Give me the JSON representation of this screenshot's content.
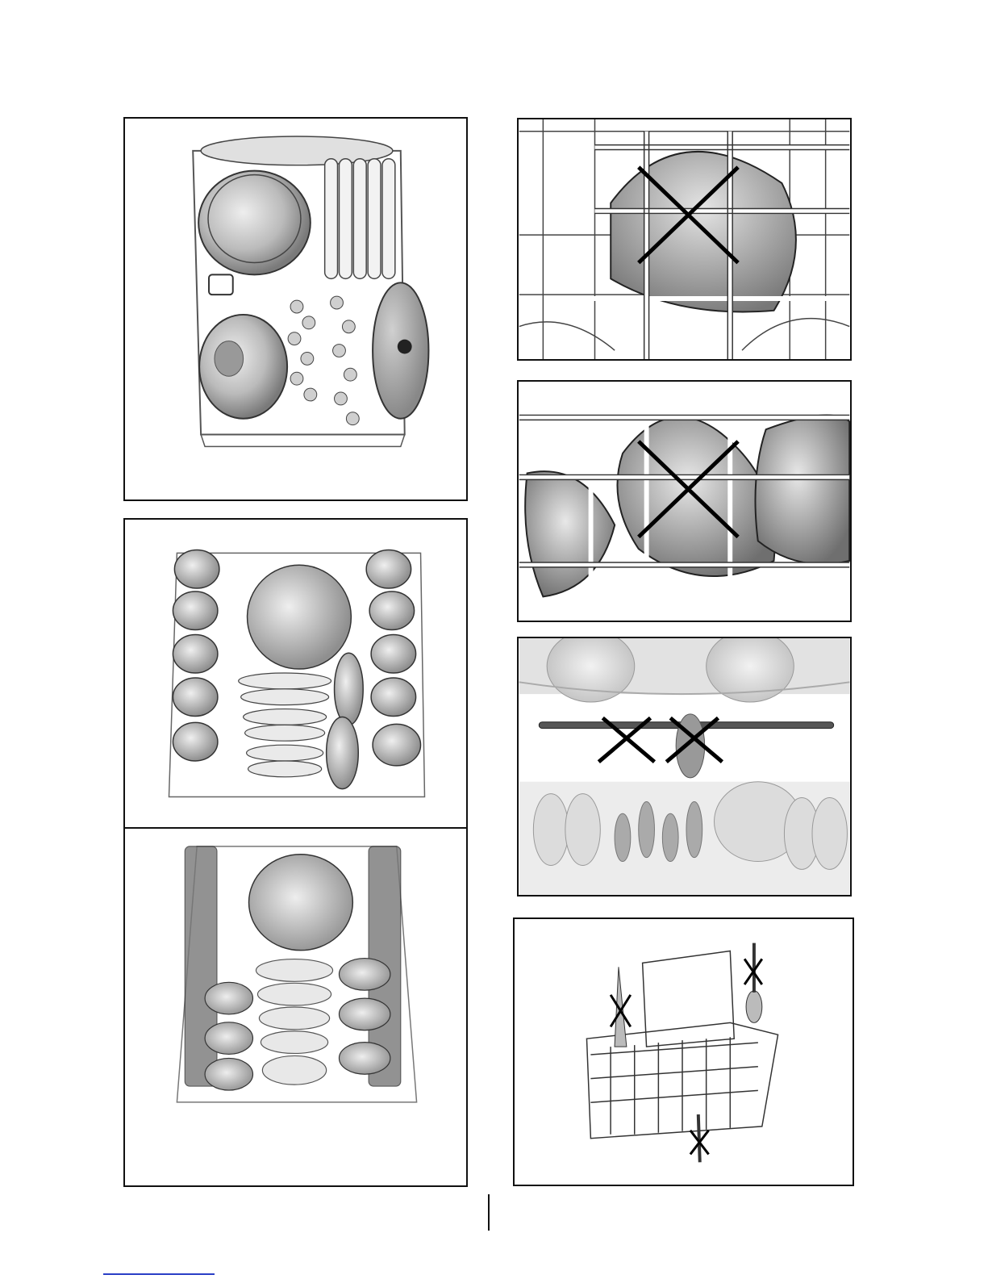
{
  "page": {
    "type": "dishwasher-loading-illustrations",
    "panels": [
      {
        "id": "lower-basket-loaded",
        "icon": "lower-basket-with-pot-plates-lid-icon"
      },
      {
        "id": "upper-basket-cups-bowls",
        "icon": "upper-basket-cups-bowls-icon"
      },
      {
        "id": "upper-basket-racks",
        "icon": "upper-basket-folding-racks-icon"
      },
      {
        "id": "wrong-large-bowl",
        "icon": "incorrect-bowl-placement-icon"
      },
      {
        "id": "wrong-tilted-bowls",
        "icon": "incorrect-tilted-bowls-icon"
      },
      {
        "id": "wrong-spray-arm-block",
        "icon": "spray-arm-blocked-icon"
      },
      {
        "id": "cutlery-basket-wrong",
        "icon": "cutlery-basket-incorrect-icon"
      }
    ]
  },
  "colors": {
    "frame": "#111111",
    "wire": "#555555",
    "dish": "#bdbdbd",
    "dish_dark": "#8a8a8a",
    "link": "#2a3fc6"
  }
}
